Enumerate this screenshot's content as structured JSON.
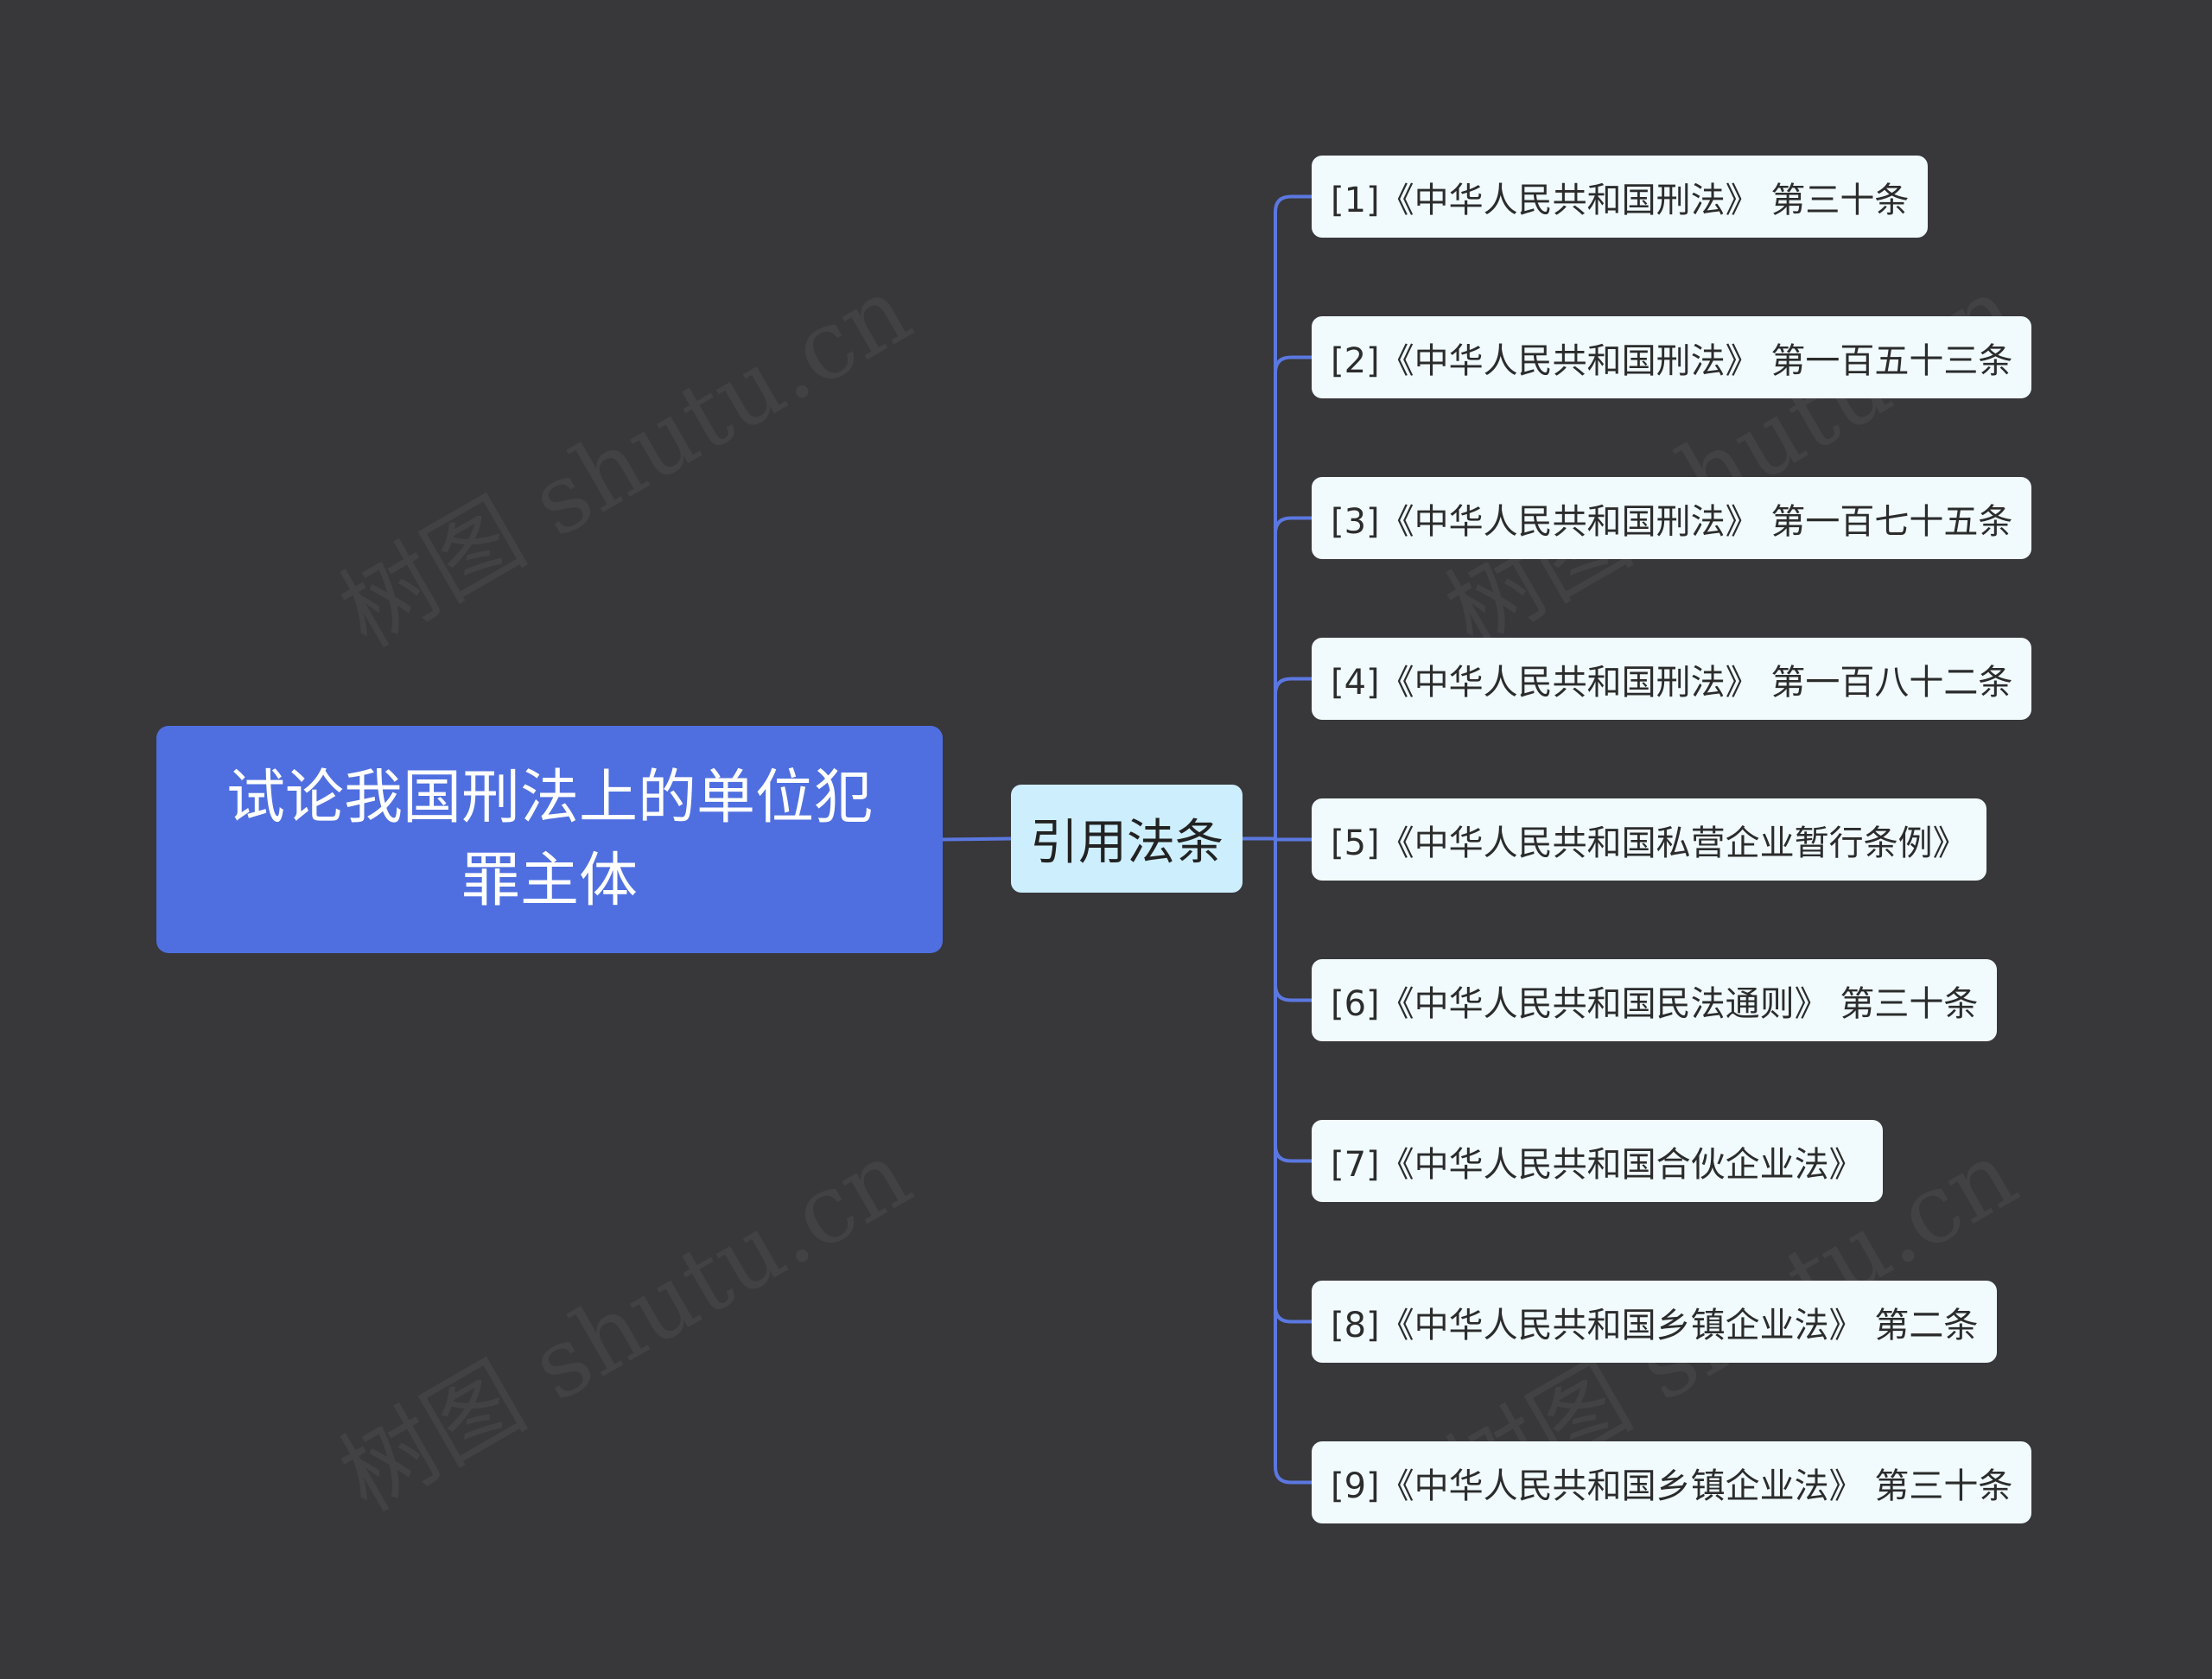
{
  "root": {
    "title": "试论我国刑法上的单位犯罪主体"
  },
  "branch": {
    "label": "引用法条"
  },
  "leaves": [
    {
      "text": "[1]《中华人民共和国刑法》 第三十条"
    },
    {
      "text": "[2]《中华人民共和国刑法》 第一百五十三条"
    },
    {
      "text": "[3]《中华人民共和国刑法》 第一百七十五条"
    },
    {
      "text": "[4]《中华人民共和国刑法》 第一百八十二条"
    },
    {
      "text": "[5]《中华人民共和国私营企业暂行条例》"
    },
    {
      "text": "[6]《中华人民共和国民法通则》 第三十条"
    },
    {
      "text": "[7]《中华人民共和国合伙企业法》"
    },
    {
      "text": "[8]《中华人民共和国乡镇企业法》 第二条"
    },
    {
      "text": "[9]《中华人民共和国乡镇企业法》 第三十条"
    }
  ],
  "watermark": {
    "text": "树图 shutu.cn"
  },
  "colors": {
    "background": "#38373a",
    "root": "#4f6fe0",
    "branch": "#cdeefd",
    "leaf": "#f1fbfd",
    "connector": "#5b78e0"
  }
}
